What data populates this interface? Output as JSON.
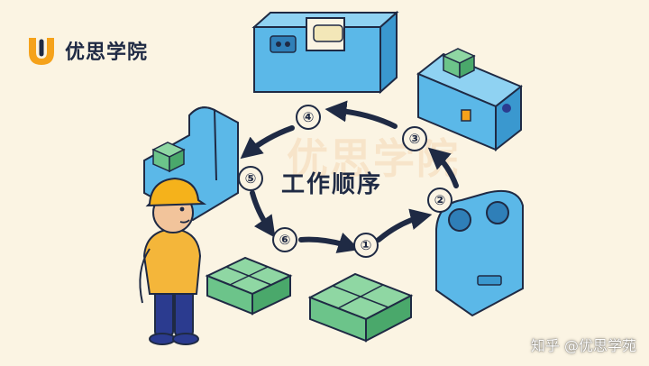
{
  "brand": {
    "name": "优思学院",
    "logo": "ushape-logo-icon",
    "accent": "#f5a21b"
  },
  "watermark": "优思学院",
  "title": "工作顺序",
  "footer": "知乎 @优思学苑",
  "steps": [
    "①",
    "②",
    "③",
    "④",
    "⑤",
    "⑥"
  ],
  "colors": {
    "background": "#fbf4e3",
    "machine": "#5bb8e8",
    "part": "#6cc48a",
    "arrow": "#1f2a44",
    "worker_shirt": "#f4b63a",
    "worker_pants": "#2b3b8f",
    "helmet": "#f5b21b"
  }
}
